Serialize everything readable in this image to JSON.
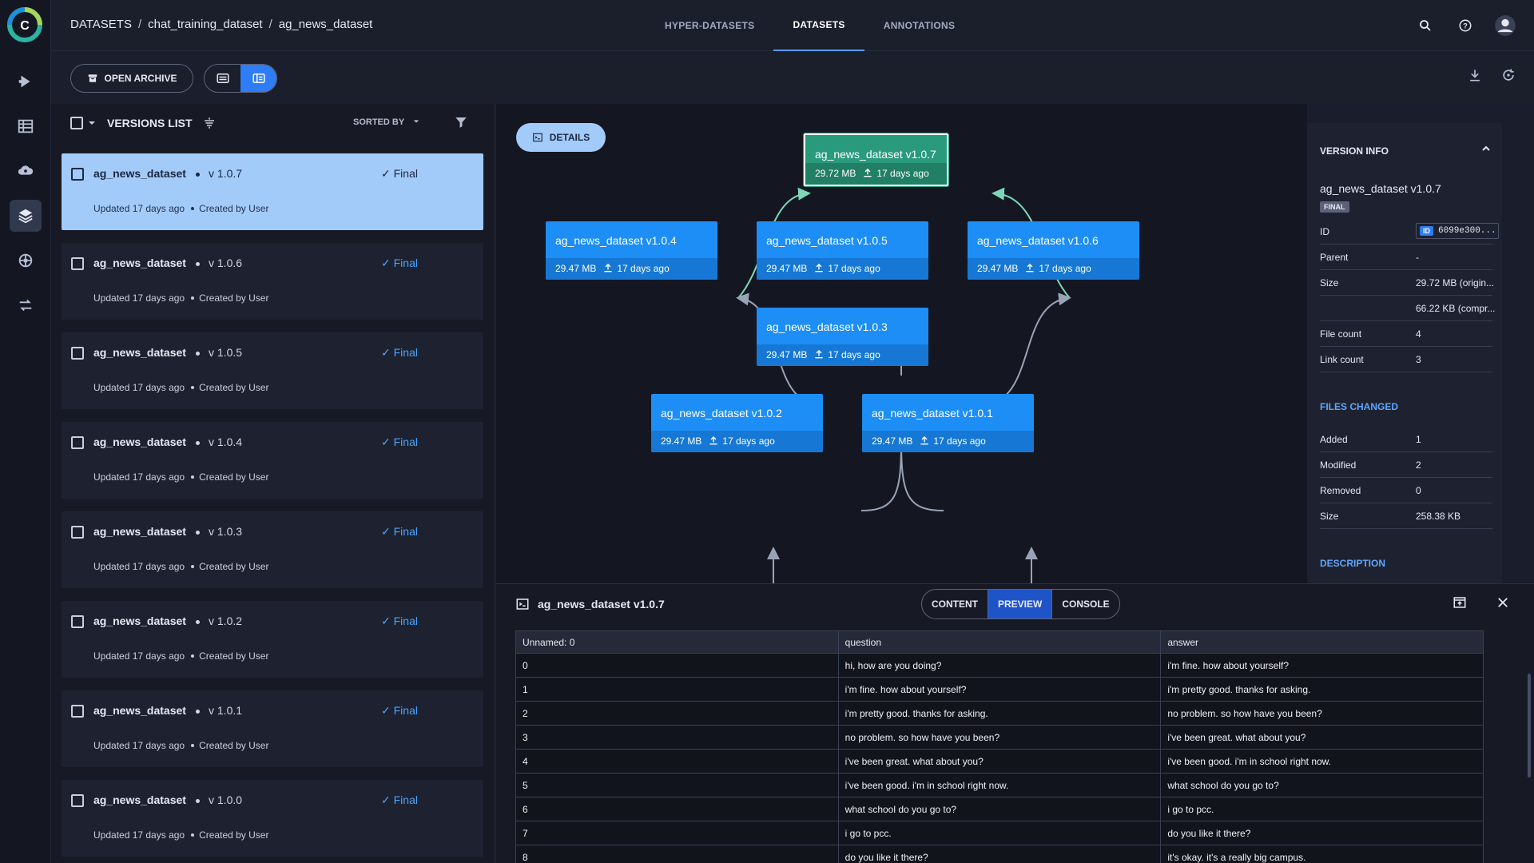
{
  "rail": {
    "items": [
      {
        "icon": "pipelines-icon",
        "active": false
      },
      {
        "icon": "projects-icon",
        "active": false
      },
      {
        "icon": "cloud-brain-icon",
        "active": false
      },
      {
        "icon": "datasets-layers-icon",
        "active": true
      },
      {
        "icon": "models-icon",
        "active": false
      },
      {
        "icon": "workers-icon",
        "active": false
      }
    ]
  },
  "breadcrumb": {
    "root": "DATASETS",
    "project": "chat_training_dataset",
    "dataset": "ag_news_dataset",
    "separator": "/"
  },
  "tabs": [
    {
      "label": "HYPER-DATASETS",
      "active": false
    },
    {
      "label": "DATASETS",
      "active": true
    },
    {
      "label": "ANNOTATIONS",
      "active": false
    }
  ],
  "toolbar": {
    "open_archive_label": "OPEN ARCHIVE"
  },
  "versions_list": {
    "title": "VERSIONS LIST",
    "sorted_by_label": "SORTED BY",
    "items": [
      {
        "name": "ag_news_dataset",
        "version": "v 1.0.7",
        "status": "Final",
        "updated": "Updated 17 days ago",
        "created": "Created by User",
        "selected": true
      },
      {
        "name": "ag_news_dataset",
        "version": "v 1.0.6",
        "status": "Final",
        "updated": "Updated 17 days ago",
        "created": "Created by User",
        "selected": false
      },
      {
        "name": "ag_news_dataset",
        "version": "v 1.0.5",
        "status": "Final",
        "updated": "Updated 17 days ago",
        "created": "Created by User",
        "selected": false
      },
      {
        "name": "ag_news_dataset",
        "version": "v 1.0.4",
        "status": "Final",
        "updated": "Updated 17 days ago",
        "created": "Created by User",
        "selected": false
      },
      {
        "name": "ag_news_dataset",
        "version": "v 1.0.3",
        "status": "Final",
        "updated": "Updated 17 days ago",
        "created": "Created by User",
        "selected": false
      },
      {
        "name": "ag_news_dataset",
        "version": "v 1.0.2",
        "status": "Final",
        "updated": "Updated 17 days ago",
        "created": "Created by User",
        "selected": false
      },
      {
        "name": "ag_news_dataset",
        "version": "v 1.0.1",
        "status": "Final",
        "updated": "Updated 17 days ago",
        "created": "Created by User",
        "selected": false
      },
      {
        "name": "ag_news_dataset",
        "version": "v 1.0.0",
        "status": "Final",
        "updated": "Updated 17 days ago",
        "created": "Created by User",
        "selected": false
      }
    ]
  },
  "graph": {
    "details_label": "DETAILS",
    "nodes": [
      {
        "title": "ag_news_dataset v1.0.7",
        "size": "29.72 MB",
        "age": "17 days ago",
        "current": true
      },
      {
        "title": "ag_news_dataset v1.0.4",
        "size": "29.47 MB",
        "age": "17 days ago",
        "current": false
      },
      {
        "title": "ag_news_dataset v1.0.5",
        "size": "29.47 MB",
        "age": "17 days ago",
        "current": false
      },
      {
        "title": "ag_news_dataset v1.0.6",
        "size": "29.47 MB",
        "age": "17 days ago",
        "current": false
      },
      {
        "title": "ag_news_dataset v1.0.3",
        "size": "29.47 MB",
        "age": "17 days ago",
        "current": false
      },
      {
        "title": "ag_news_dataset v1.0.2",
        "size": "29.47 MB",
        "age": "17 days ago",
        "current": false
      },
      {
        "title": "ag_news_dataset v1.0.1",
        "size": "29.47 MB",
        "age": "17 days ago",
        "current": false
      }
    ],
    "edge_color_current": "#7ed6b8",
    "edge_color_default": "#9aa3b6"
  },
  "version_info": {
    "header": "VERSION INFO",
    "name": "ag_news_dataset v1.0.7",
    "badge": "FINAL",
    "id_tag": "ID",
    "id_value": "6099e300...",
    "rows": [
      {
        "key": "Parent",
        "value": "-"
      },
      {
        "key": "Size",
        "value": "29.72 MB (origin..."
      },
      {
        "key": "",
        "value": "66.22 KB (compr..."
      },
      {
        "key": "File count",
        "value": "4"
      },
      {
        "key": "Link count",
        "value": "3"
      }
    ],
    "id_key": "ID",
    "files_changed_header": "FILES CHANGED",
    "files_changed": [
      {
        "key": "Added",
        "value": "1"
      },
      {
        "key": "Modified",
        "value": "2"
      },
      {
        "key": "Removed",
        "value": "0"
      },
      {
        "key": "Size",
        "value": "258.38 KB"
      }
    ],
    "description_header": "DESCRIPTION"
  },
  "preview": {
    "title": "ag_news_dataset v1.0.7",
    "tabs": [
      {
        "label": "CONTENT",
        "active": false
      },
      {
        "label": "PREVIEW",
        "active": true
      },
      {
        "label": "CONSOLE",
        "active": false
      }
    ],
    "columns": [
      "Unnamed: 0",
      "question",
      "answer"
    ],
    "rows": [
      [
        "0",
        "hi, how are you doing?",
        "i'm fine. how about yourself?"
      ],
      [
        "1",
        "i'm fine. how about yourself?",
        "i'm pretty good. thanks for asking."
      ],
      [
        "2",
        "i'm pretty good. thanks for asking.",
        "no problem. so how have you been?"
      ],
      [
        "3",
        "no problem. so how have you been?",
        "i've been great. what about you?"
      ],
      [
        "4",
        "i've been great. what about you?",
        "i've been good. i'm in school right now."
      ],
      [
        "5",
        "i've been good. i'm in school right now.",
        "what school do you go to?"
      ],
      [
        "6",
        "what school do you go to?",
        "i go to pcc."
      ],
      [
        "7",
        "i go to pcc.",
        "do you like it there?"
      ],
      [
        "8",
        "do you like it there?",
        "it's okay. it's a really big campus."
      ]
    ]
  },
  "colors": {
    "accent": "#2f7df6",
    "node_blue": "#1d8ef5",
    "node_current": "#2a9a7c",
    "final_status": "#4aa3ff"
  }
}
